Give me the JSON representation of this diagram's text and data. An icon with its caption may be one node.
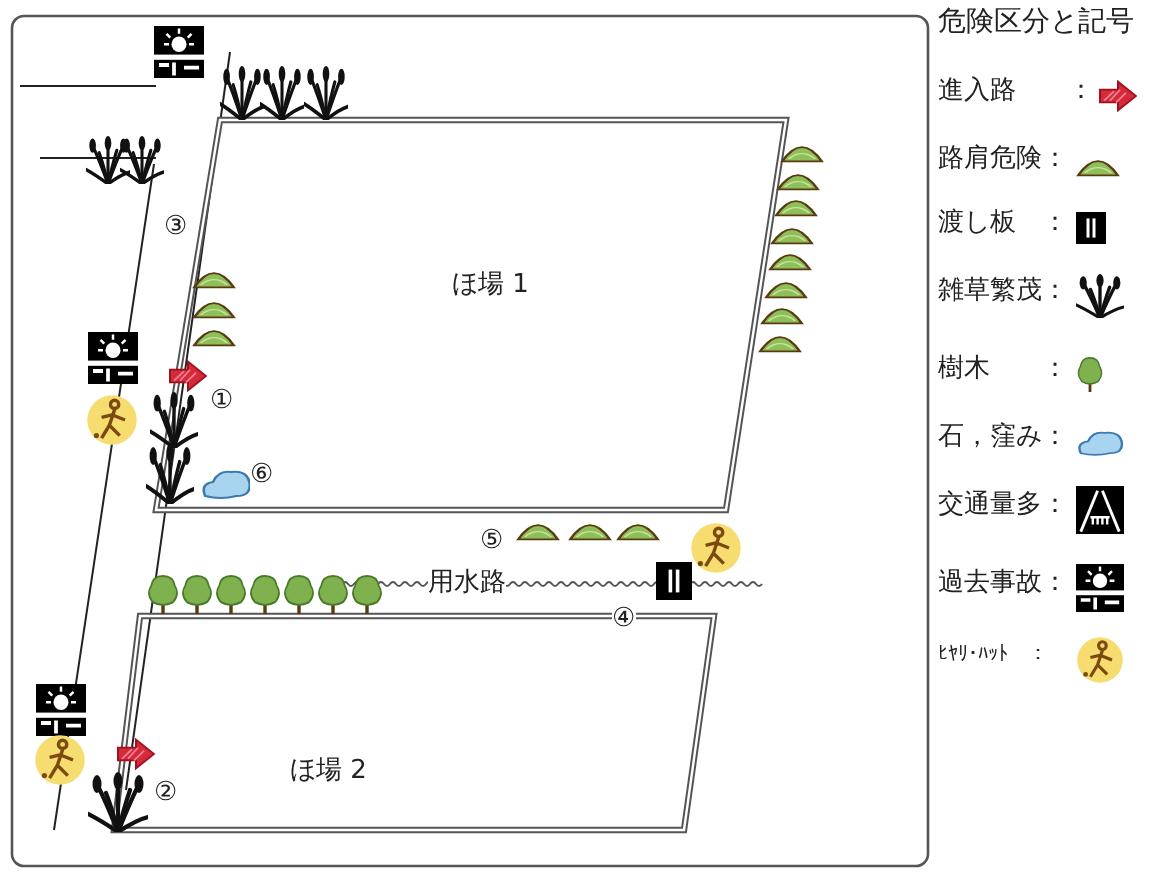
{
  "diagram": {
    "title": "危険区分と記号",
    "nodes": [
      {
        "text": [
          "ほ場 1"
        ]
      },
      {
        "text": [
          "ほ場 2"
        ]
      }
    ],
    "labels": [
      "③",
      "①",
      "⑥",
      "⑤",
      "用水路",
      "④",
      "②"
    ],
    "legend": [
      {
        "text": "進入路　　："
      },
      {
        "text": "路肩危険："
      },
      {
        "text": "渡し板　："
      },
      {
        "text": "雑草繁茂："
      },
      {
        "text": "樹木　　："
      },
      {
        "text": "石，窪み："
      },
      {
        "text": "交通量多："
      },
      {
        "text": "過去事故："
      },
      {
        "text": "ﾋﾔﾘ･ﾊｯﾄ　："
      }
    ]
  }
}
